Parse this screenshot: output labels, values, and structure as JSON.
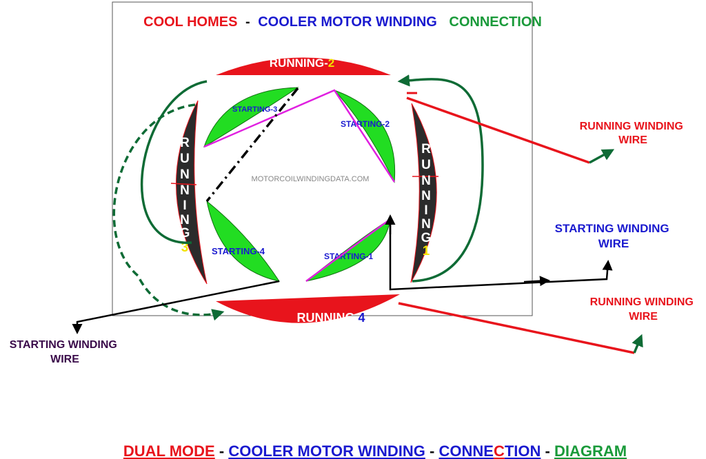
{
  "header": {
    "brand": "COOL HOMES",
    "sep": "-",
    "mid": "COOLER MOTOR WINDING",
    "end": "CONNECTION"
  },
  "watermark": "MOTORCOILWINDINGDATA.COM",
  "running_coils": {
    "top": {
      "label": "RUNNING-",
      "num": "2"
    },
    "bottom": {
      "label": "RUNNING ",
      "num": "4"
    },
    "right": {
      "letters": [
        "R",
        "U",
        "N",
        "N",
        "I",
        "N",
        "G"
      ],
      "num": "1"
    },
    "left": {
      "letters": [
        "R",
        "U",
        "N",
        "N",
        "I",
        "N",
        "G"
      ],
      "num": "3"
    }
  },
  "starting_coils": {
    "s1": "STARTING-1",
    "s2": "STARTING-2",
    "s3": "STARTING-3",
    "s4": "STARTING-4"
  },
  "wires": {
    "running_upper": [
      "RUNNING WINDING",
      "WIRE"
    ],
    "starting_right": [
      "STARTING WINDING",
      "WIRE"
    ],
    "running_lower": [
      "RUNNING WINDING",
      "WIRE"
    ],
    "starting_left": [
      "STARTING WINDING",
      "WIRE"
    ]
  },
  "footer": {
    "part1": "DUAL MODE",
    "dash1": " - ",
    "part2": "COOLER MOTOR WINDING",
    "dash2": " - ",
    "part3a": "CONNE",
    "part3b": "C",
    "part3c": "TION",
    "dash3": " - ",
    "part4": "DIAGRAM"
  },
  "colors": {
    "red": "#e8141c",
    "blue": "#1a1acf",
    "green": "#1a9a3a",
    "dark_green": "#0e6b35",
    "lime": "#22dd22",
    "coil_dark": "#2b2b2b",
    "magenta": "#e020e0",
    "yellow": "#f2e200",
    "purple": "#3a0a4a"
  }
}
